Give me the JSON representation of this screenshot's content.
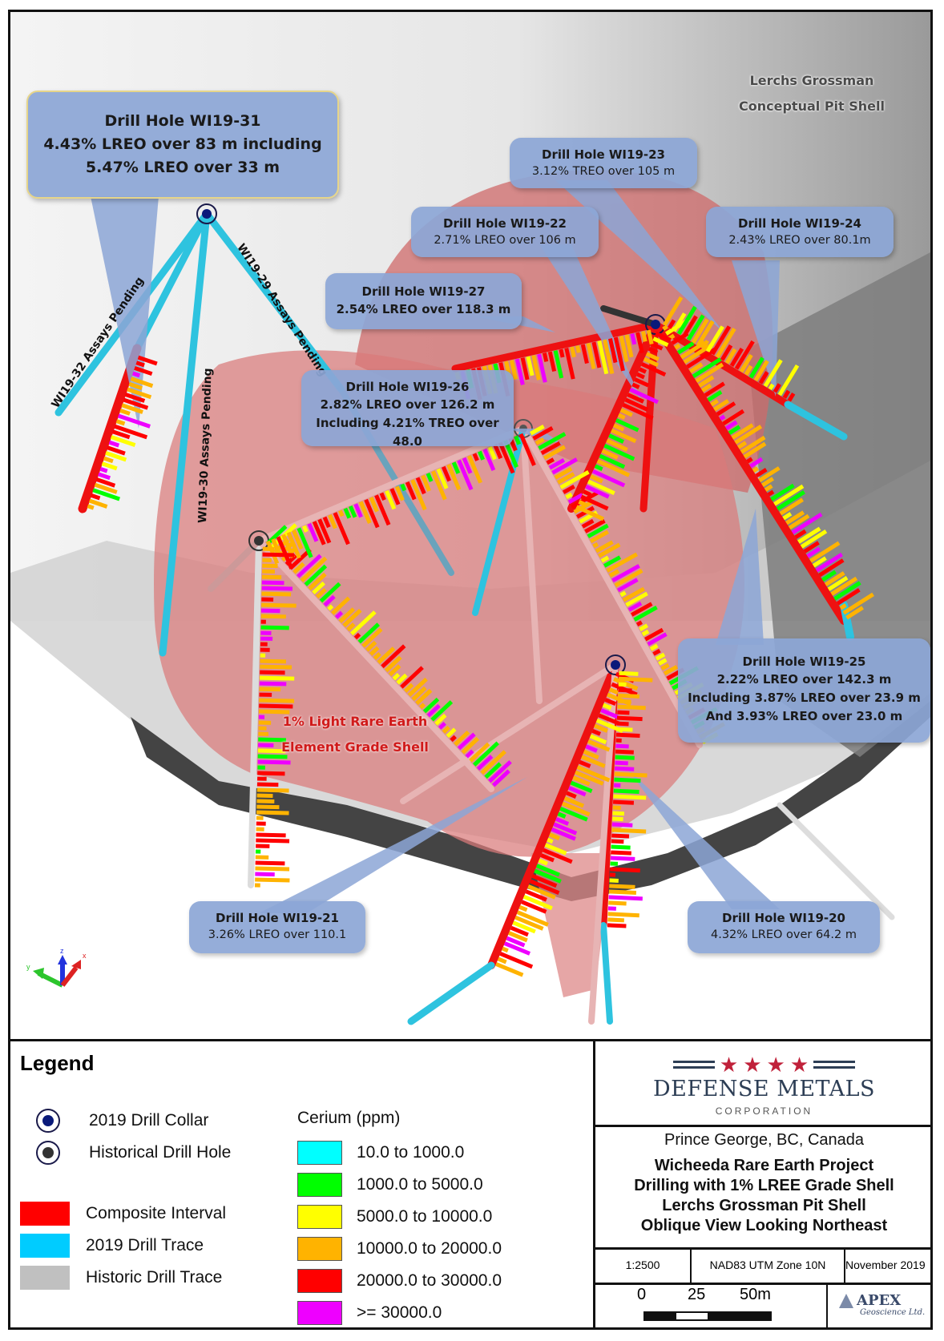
{
  "map": {
    "pit_shell_label": [
      "Lerchs Grossman",
      "Conceptual Pit Shell"
    ],
    "grade_shell_label": [
      "1% Light Rare Earth",
      "Element Grade Shell"
    ],
    "pending_labels": {
      "wi19_32": "WI19-32 Assays Pending",
      "wi19_30": "WI19-30 Assays Pending",
      "wi19_29": "WI19-29 Assays Pending"
    },
    "callouts": {
      "wi19_31": {
        "title": "Drill Hole WI19-31",
        "lines": [
          "4.43% LREO over 83 m including",
          "5.47% LREO over 33 m"
        ]
      },
      "wi19_23": {
        "title": "Drill Hole WI19-23",
        "lines": [
          "3.12% TREO over 105 m"
        ]
      },
      "wi19_22": {
        "title": "Drill Hole WI19-22",
        "lines": [
          "2.71% LREO over 106 m"
        ]
      },
      "wi19_24": {
        "title": "Drill Hole WI19-24",
        "lines": [
          "2.43% LREO over 80.1m"
        ]
      },
      "wi19_27": {
        "title": "Drill Hole WI19-27",
        "lines": [
          "2.54% LREO over 118.3 m"
        ]
      },
      "wi19_26": {
        "title": "Drill Hole WI19-26",
        "lines": [
          "2.82% LREO over 126.2 m",
          "Including 4.21% TREO over 48.0"
        ]
      },
      "wi19_25": {
        "title": "Drill Hole WI19-25",
        "lines": [
          "2.22% LREO over 142.3 m",
          "Including 3.87% LREO over 23.9 m",
          "And 3.93% LREO over 23.0 m"
        ]
      },
      "wi19_21": {
        "title": "Drill Hole WI19-21",
        "lines": [
          "3.26% LREO over 110.1"
        ]
      },
      "wi19_20": {
        "title": "Drill Hole WI19-20",
        "lines": [
          "4.32% LREO over 64.2 m"
        ]
      }
    },
    "axes_labels": {
      "x": "x",
      "y": "y",
      "z": "z"
    }
  },
  "legend": {
    "title": "Legend",
    "symbols": [
      {
        "label": "2019 Drill Collar",
        "color": "#0a1a7a"
      },
      {
        "label": "Historical Drill Hole",
        "color": "#333333"
      }
    ],
    "traces": [
      {
        "label": "Composite Interval",
        "color": "#ff0000"
      },
      {
        "label": "2019 Drill Trace",
        "color": "#00ccff"
      },
      {
        "label": "Historic Drill Trace",
        "color": "#c0c0c0"
      }
    ],
    "cerium": {
      "title": "Cerium (ppm)",
      "ranges": [
        {
          "label": "10.0 to 1000.0",
          "color": "#00ffff"
        },
        {
          "label": "1000.0 to 5000.0",
          "color": "#00ff00"
        },
        {
          "label": "5000.0 to 10000.0",
          "color": "#ffff00"
        },
        {
          "label": "10000.0 to 20000.0",
          "color": "#ffb300"
        },
        {
          "label": "20000.0 to 30000.0",
          "color": "#ff0000"
        },
        {
          "label": ">= 30000.0",
          "color": "#ee00ff"
        }
      ]
    }
  },
  "title_block": {
    "company": "DEFENSE METALS",
    "company_sub": "CORPORATION",
    "location": "Prince George, BC, Canada",
    "lines": [
      "Wicheeda Rare Earth Project",
      "Drilling with 1% LREE Grade Shell",
      "Lerchs Grossman Pit Shell",
      "Oblique View Looking Northeast"
    ],
    "scale_ratio": "1:2500",
    "datum": "NAD83 UTM Zone 10N",
    "date": "November 2019",
    "scale_labels": [
      "0",
      "25",
      "50m"
    ],
    "consultant": "APEX",
    "consultant_sub": "Geoscience Ltd.",
    "colors": {
      "star": "#c0213a",
      "navy": "#2d3e55"
    }
  }
}
